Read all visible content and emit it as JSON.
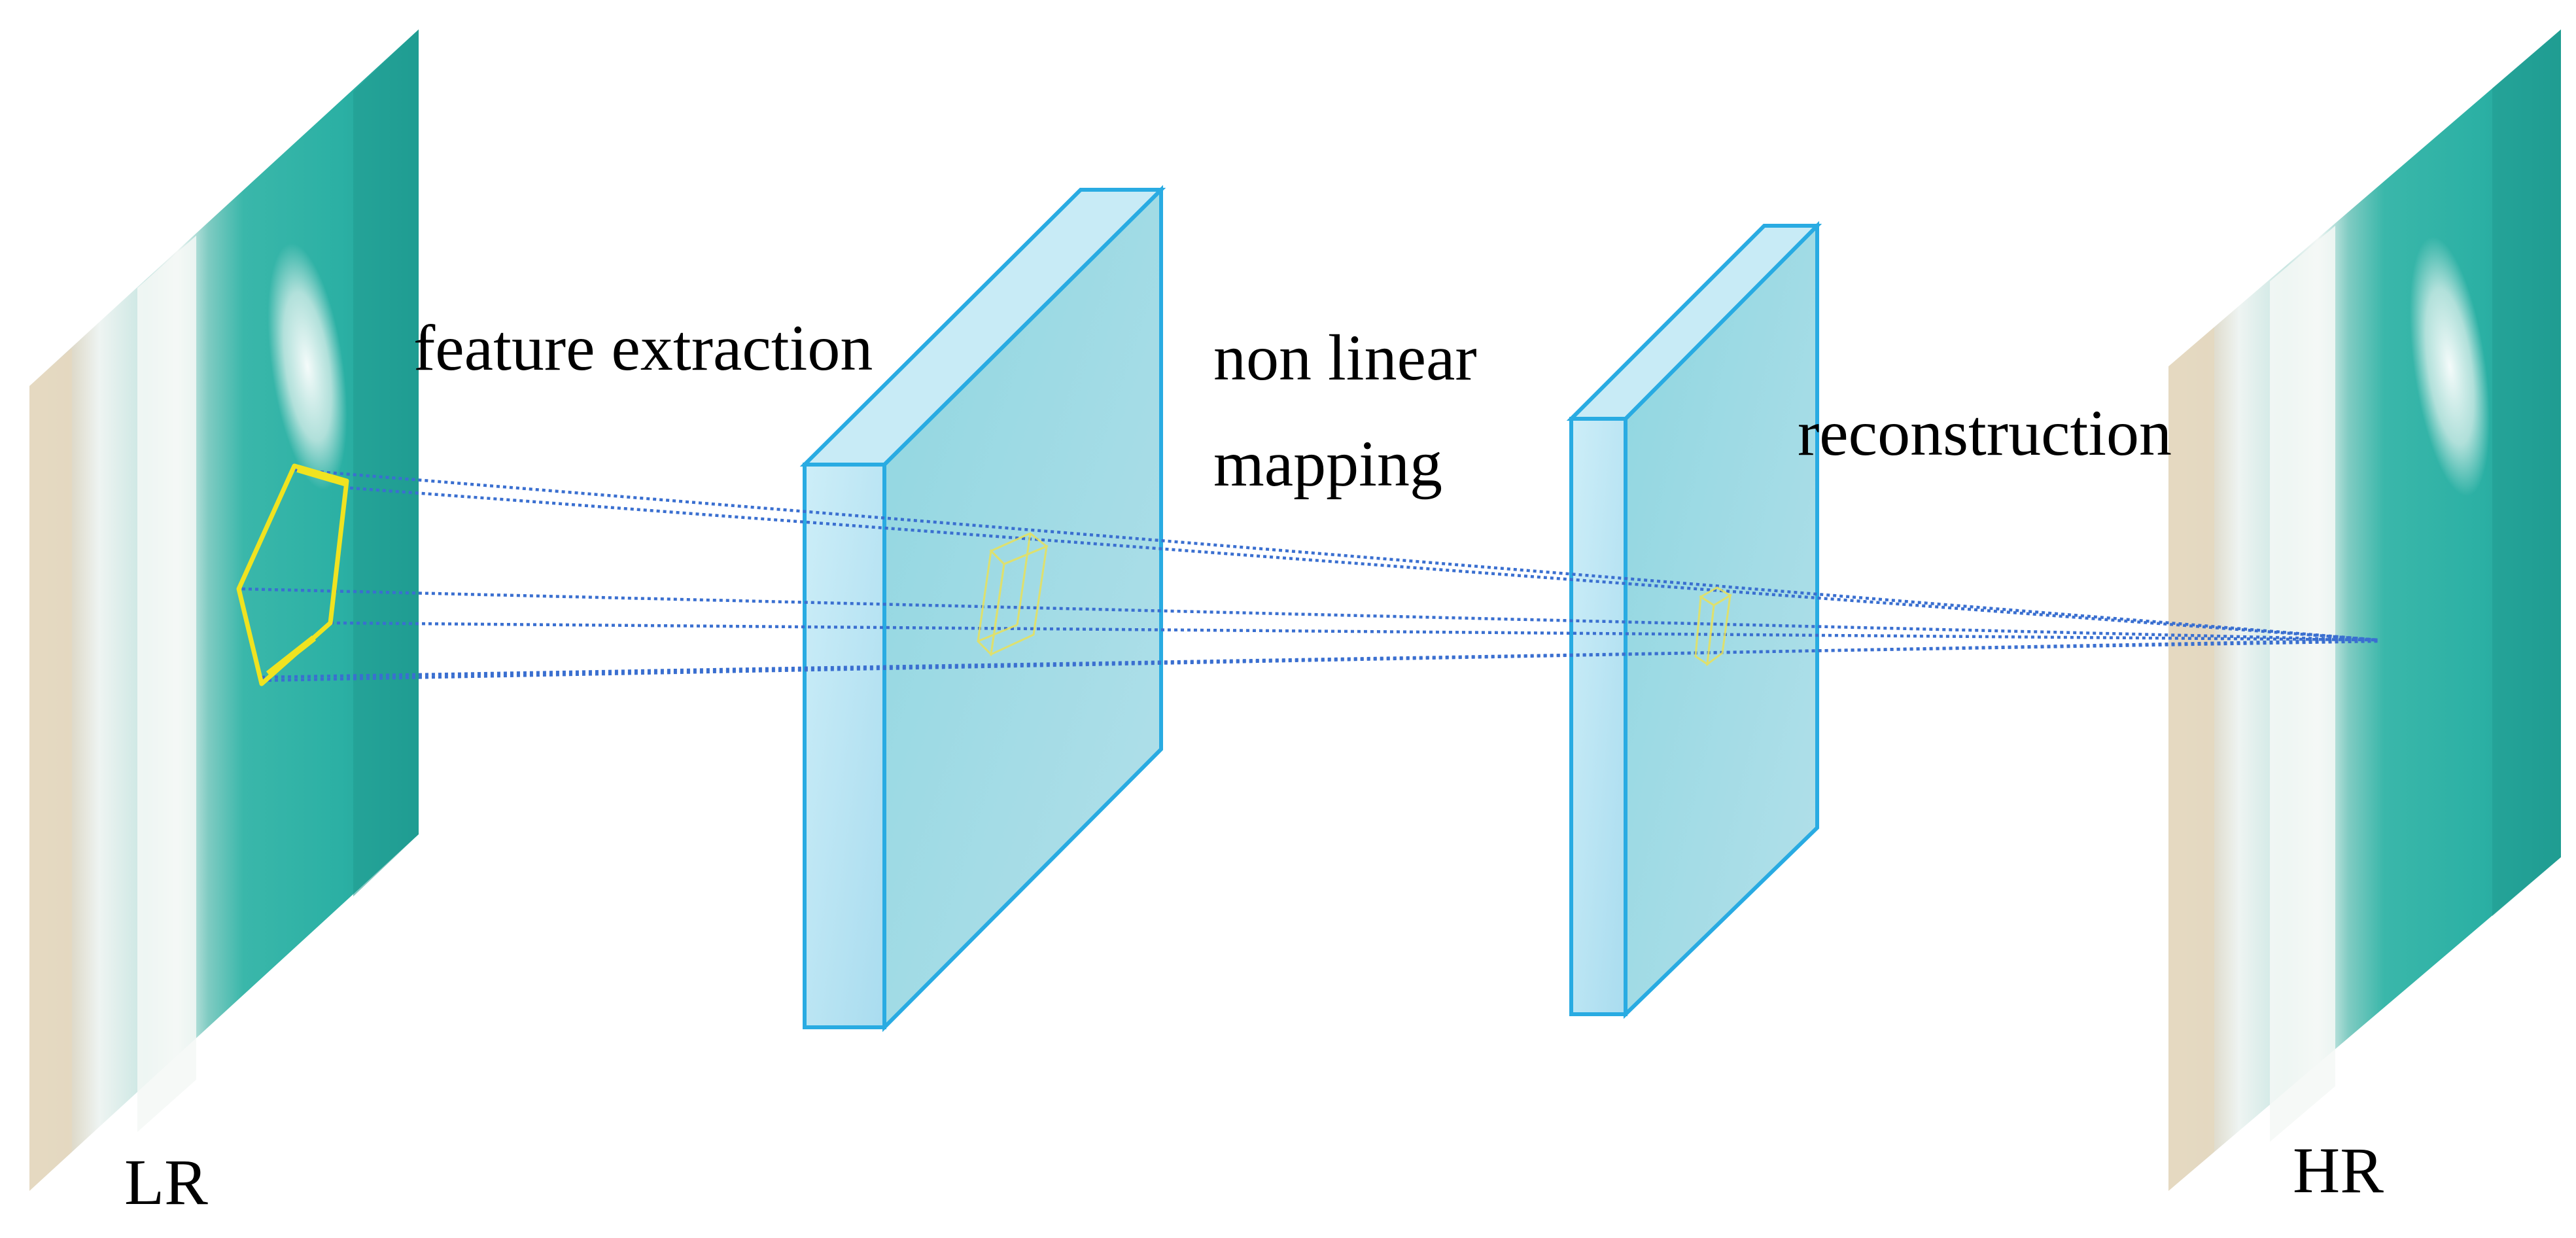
{
  "labels": {
    "feature_extraction": "feature extraction",
    "non_linear_line1": "non linear",
    "non_linear_line2": "mapping",
    "reconstruction": "reconstruction",
    "lr": "LR",
    "hr": "HR"
  },
  "colors": {
    "layer_front": "#bfe6f4",
    "layer_side": "#8fd3e0",
    "layer_top": "#c8ebf6",
    "layer_edge": "#29abe2",
    "projection_line": "#3a6fd0",
    "patch_outline": "#f2e600",
    "sea_teal": "#2fb4a8",
    "sea_deep": "#22a89c",
    "beach_sand": "#e7ddc8",
    "foam_white": "#f2f6f4"
  }
}
